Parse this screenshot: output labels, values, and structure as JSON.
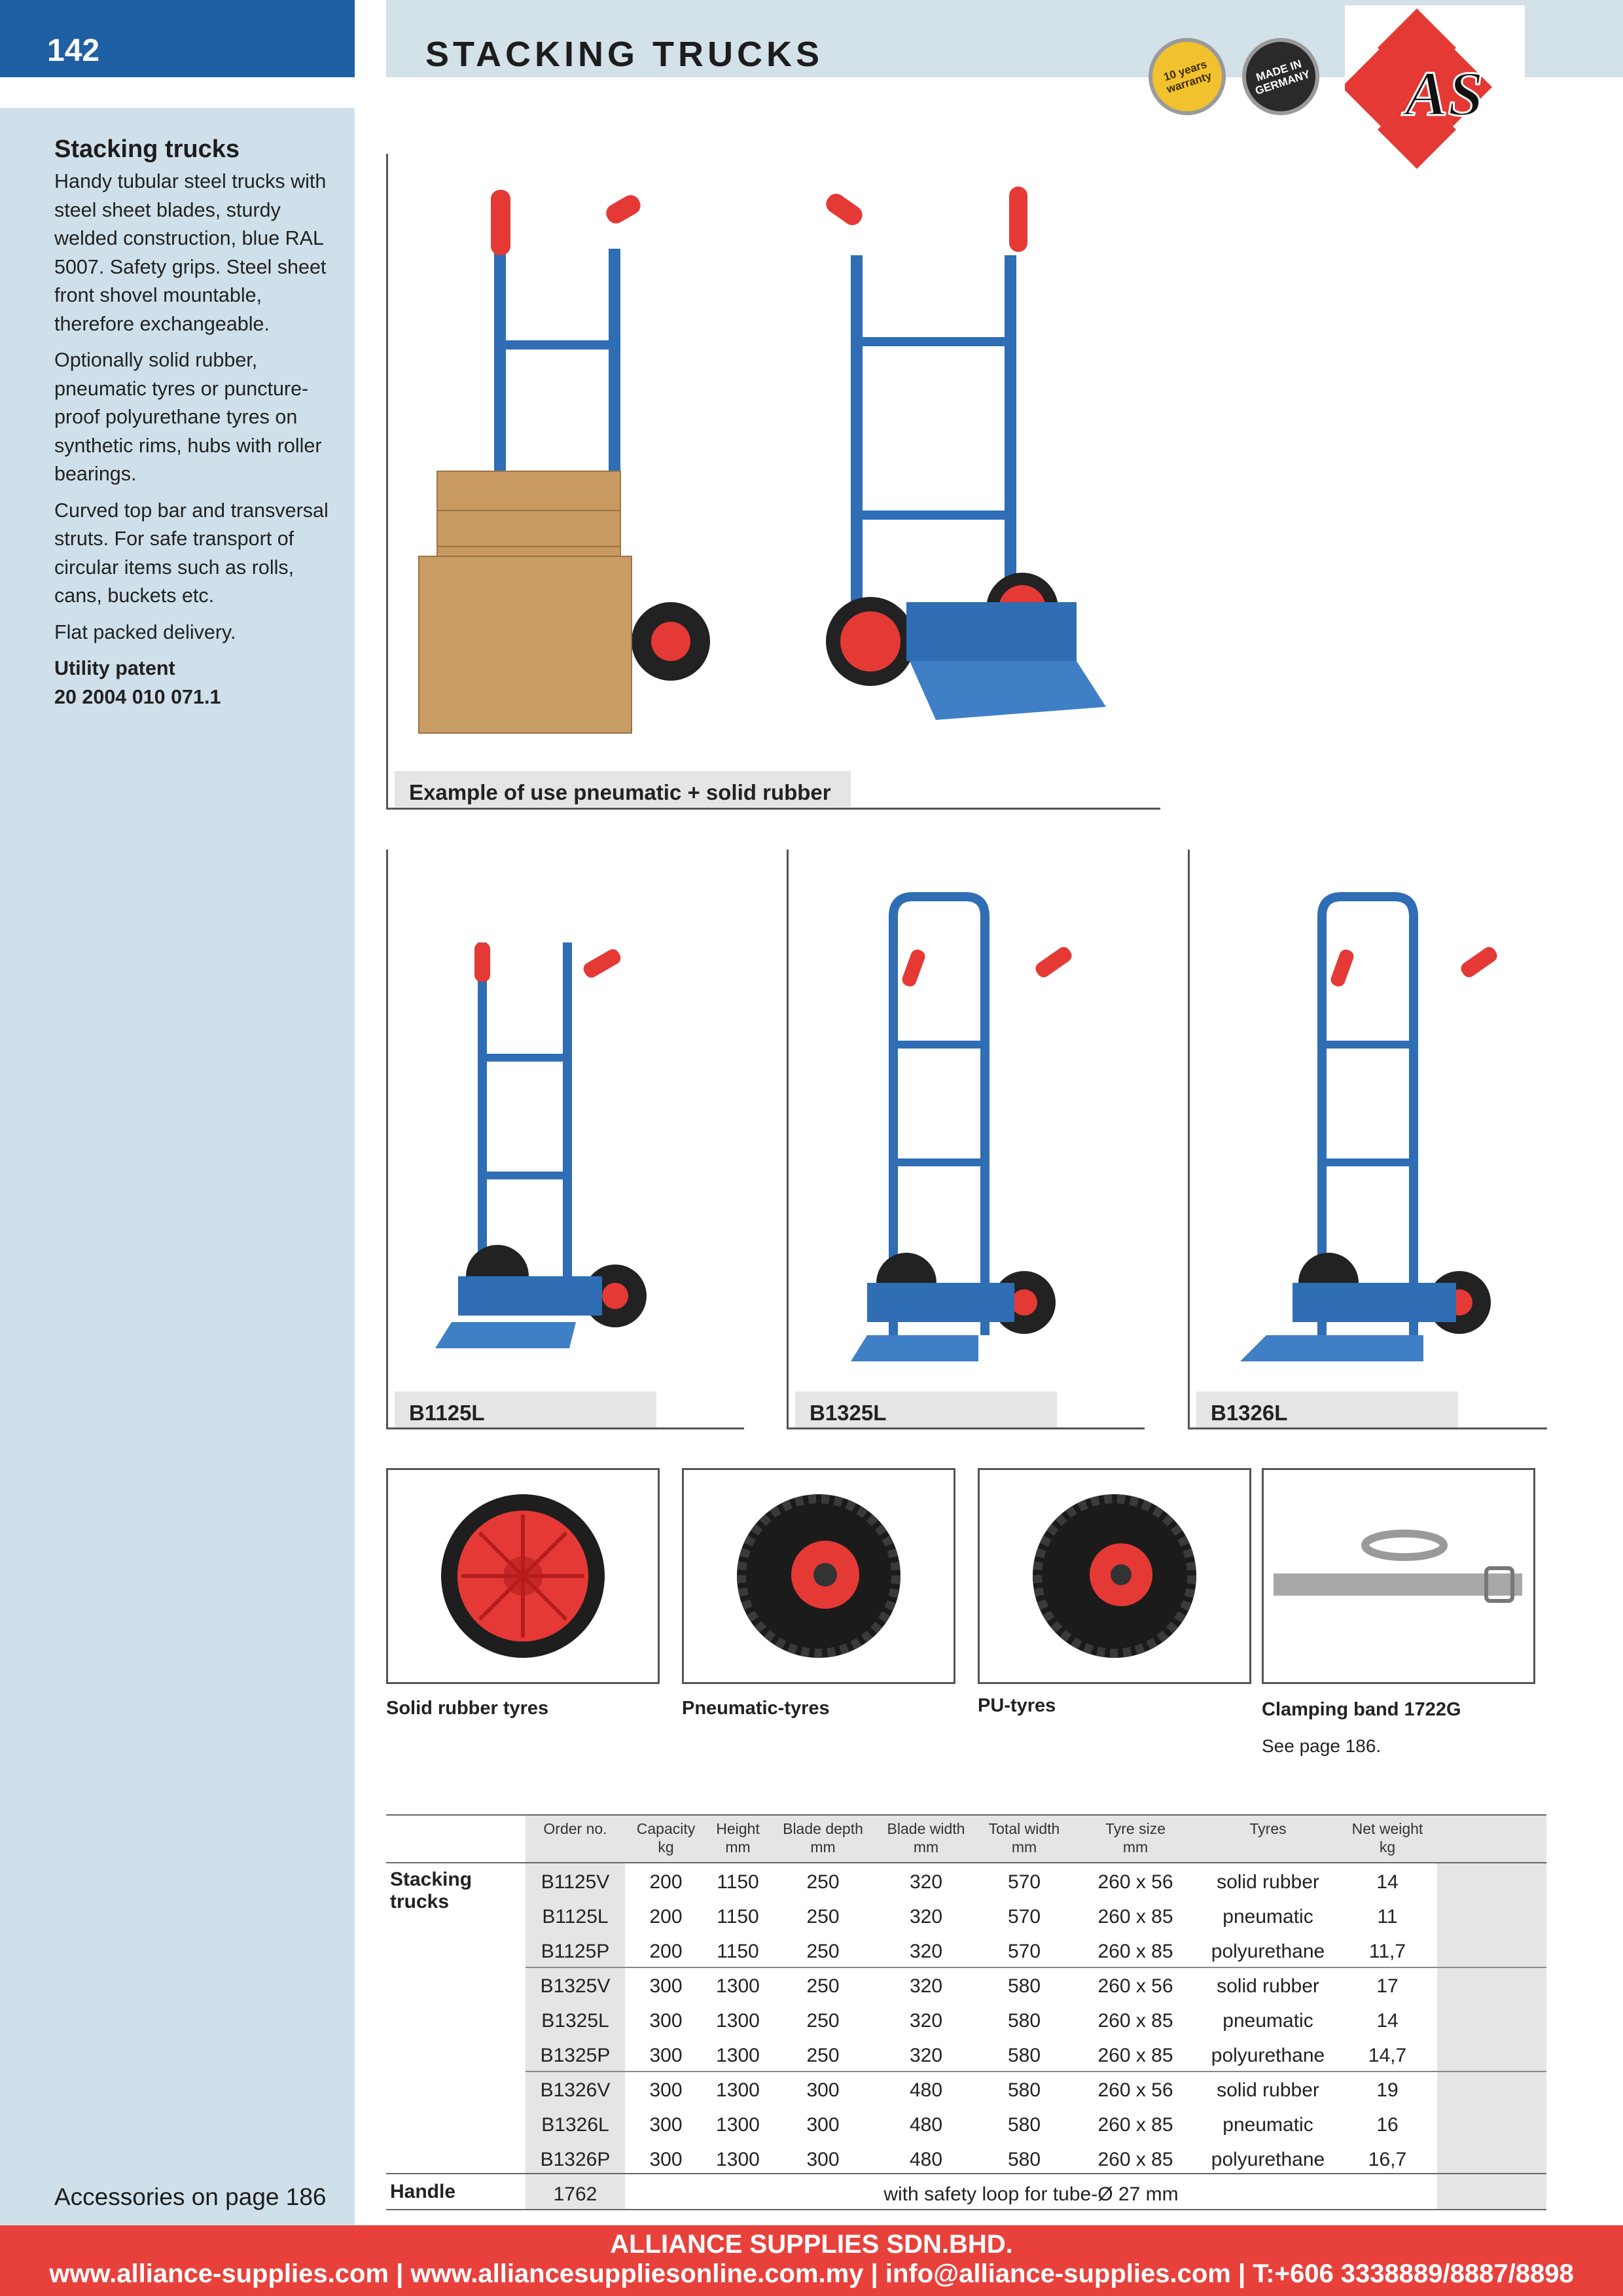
{
  "page_number": "142",
  "header_title": "STACKING TRUCKS",
  "badges": {
    "warranty": "10 years warranty",
    "made_in": "MADE IN GERMANY"
  },
  "logo_text": "AS",
  "sidebar": {
    "title": "Stacking trucks",
    "paragraphs": [
      "Handy tubular steel trucks with steel sheet blades, sturdy welded construction, blue RAL 5007. Safety grips. Steel sheet front shovel mountable, therefore exchangeable.",
      "Optionally solid rubber, pneumatic tyres or puncture-proof polyurethane tyres on synthetic rims, hubs with roller bearings.",
      "Curved top bar and transversal struts. For safe transport of circular items such as rolls, cans, buckets etc.",
      "Flat packed delivery."
    ],
    "patent_label": "Utility patent",
    "patent_number": "20 2004 010 071.1",
    "accessories": "Accessories on page 186"
  },
  "hero_caption": "Example of use pneumatic + solid rubber",
  "models": [
    {
      "label": "B1125L"
    },
    {
      "label": "B1325L"
    },
    {
      "label": "B1326L"
    }
  ],
  "accessories": [
    {
      "label": "Solid rubber tyres",
      "note": ""
    },
    {
      "label": "Pneumatic-tyres",
      "note": ""
    },
    {
      "label": "PU-tyres",
      "note": ""
    },
    {
      "label": "Clamping band 1722G",
      "note": "See page 186."
    }
  ],
  "table": {
    "headers": [
      [
        "Order no.",
        ""
      ],
      [
        "Capacity",
        "kg"
      ],
      [
        "Height",
        "mm"
      ],
      [
        "Blade depth",
        "mm"
      ],
      [
        "Blade width",
        "mm"
      ],
      [
        "Total width",
        "mm"
      ],
      [
        "Tyre size",
        "mm"
      ],
      [
        "Tyres",
        ""
      ],
      [
        "Net weight",
        "kg"
      ]
    ],
    "group_label": "Stacking trucks",
    "rows": [
      [
        "B1125V",
        "200",
        "1150",
        "250",
        "320",
        "570",
        "260 x 56",
        "solid rubber",
        "14"
      ],
      [
        "B1125L",
        "200",
        "1150",
        "250",
        "320",
        "570",
        "260 x 85",
        "pneumatic",
        "11"
      ],
      [
        "B1125P",
        "200",
        "1150",
        "250",
        "320",
        "570",
        "260 x 85",
        "polyurethane",
        "11,7"
      ],
      [
        "B1325V",
        "300",
        "1300",
        "250",
        "320",
        "580",
        "260 x 56",
        "solid rubber",
        "17"
      ],
      [
        "B1325L",
        "300",
        "1300",
        "250",
        "320",
        "580",
        "260 x 85",
        "pneumatic",
        "14"
      ],
      [
        "B1325P",
        "300",
        "1300",
        "250",
        "320",
        "580",
        "260 x 85",
        "polyurethane",
        "14,7"
      ],
      [
        "B1326V",
        "300",
        "1300",
        "300",
        "480",
        "580",
        "260 x 56",
        "solid rubber",
        "19"
      ],
      [
        "B1326L",
        "300",
        "1300",
        "300",
        "480",
        "580",
        "260 x 85",
        "pneumatic",
        "16"
      ],
      [
        "B1326P",
        "300",
        "1300",
        "300",
        "480",
        "580",
        "260 x 85",
        "polyurethane",
        "16,7"
      ]
    ],
    "handle": {
      "label": "Handle",
      "order_no": "1762",
      "description": "with safety loop for tube-Ø 27 mm"
    }
  },
  "footer": {
    "company": "ALLIANCE SUPPLIES SDN.BHD.",
    "contact": "www.alliance-supplies.com | www.alliancesuppliesonline.com.my | info@alliance-supplies.com | T:+606 3338889/8887/8898"
  },
  "colors": {
    "blue": "#1f5fa3",
    "sidebar": "#cfe0ea",
    "red": "#e8413c",
    "truck_blue": "#2f6db5",
    "grip_red": "#e53935"
  }
}
